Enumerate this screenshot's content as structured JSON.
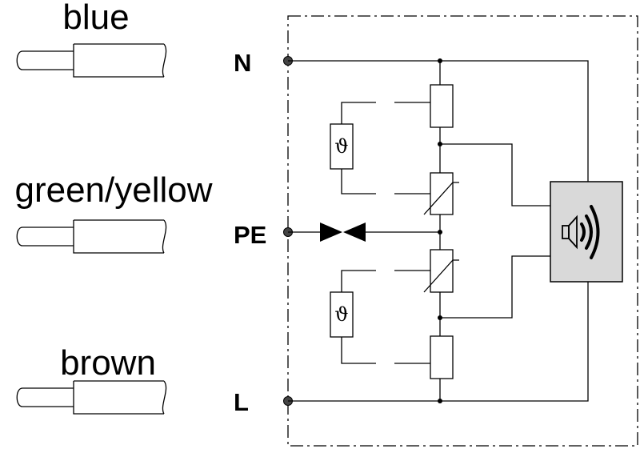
{
  "wires": [
    {
      "label": "blue"
    },
    {
      "label": "green/yellow"
    },
    {
      "label": "brown"
    }
  ],
  "terminals": [
    {
      "label": "N"
    },
    {
      "label": "PE"
    },
    {
      "label": "L"
    }
  ],
  "sensors": [
    {
      "symbol": "ϑ"
    },
    {
      "symbol": "ϑ"
    }
  ],
  "icons": {
    "buzzer": "speaker-icon",
    "spark_gap": "spark-gap-icon"
  },
  "colors": {
    "line": "#000000",
    "buzzer_fill": "#d9d9d9"
  }
}
